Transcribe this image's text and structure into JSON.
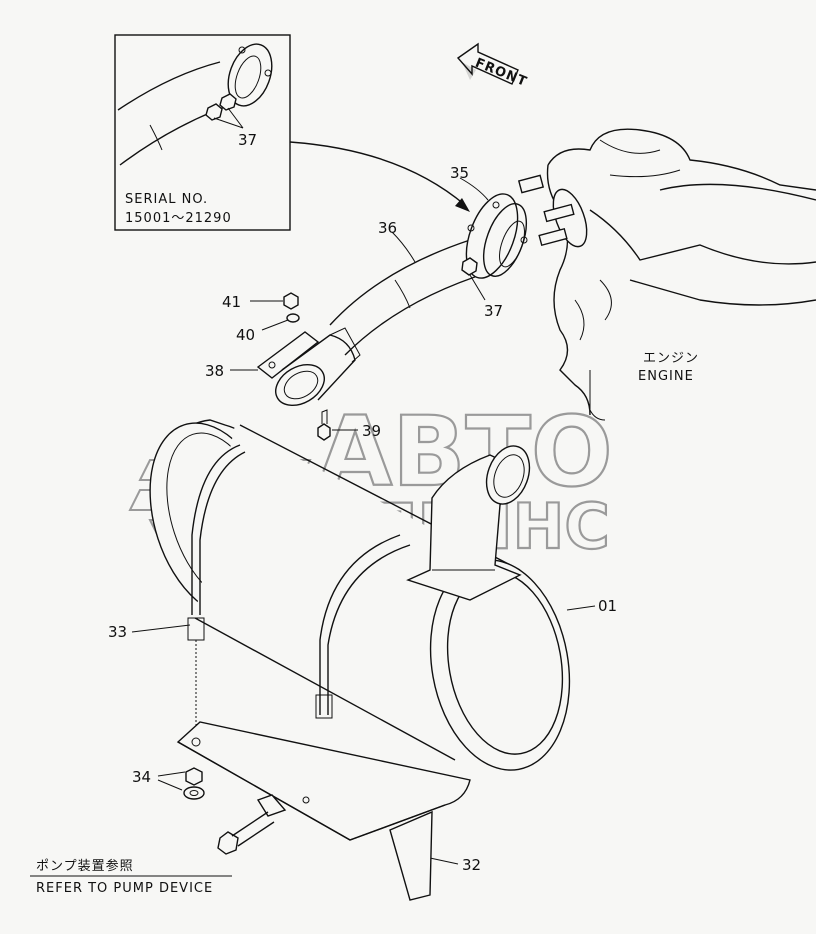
{
  "inset": {
    "serial_label": "SERIAL  NO.",
    "serial_range": "15001〜21290",
    "part_ref": "37"
  },
  "direction": {
    "label": "FRONT"
  },
  "engine": {
    "label_jp": "エンジン",
    "label_en": "ENGINE"
  },
  "parts": {
    "p35": "35",
    "p36": "36",
    "p37": "37",
    "p38": "38",
    "p39": "39",
    "p40": "40",
    "p41": "41",
    "p33": "33",
    "p01": "01",
    "p34": "34",
    "p32": "32"
  },
  "pump_note": {
    "label_jp": "ポンプ装置参照",
    "label_en": "REFER  TO  PUMP  DEVICE"
  },
  "watermark": {
    "line1": "АВТО",
    "line2": "АЛЬЯНС"
  },
  "colors": {
    "ink": "#111111",
    "paper": "#f7f7f5",
    "watermark": "#9a9a9a"
  }
}
